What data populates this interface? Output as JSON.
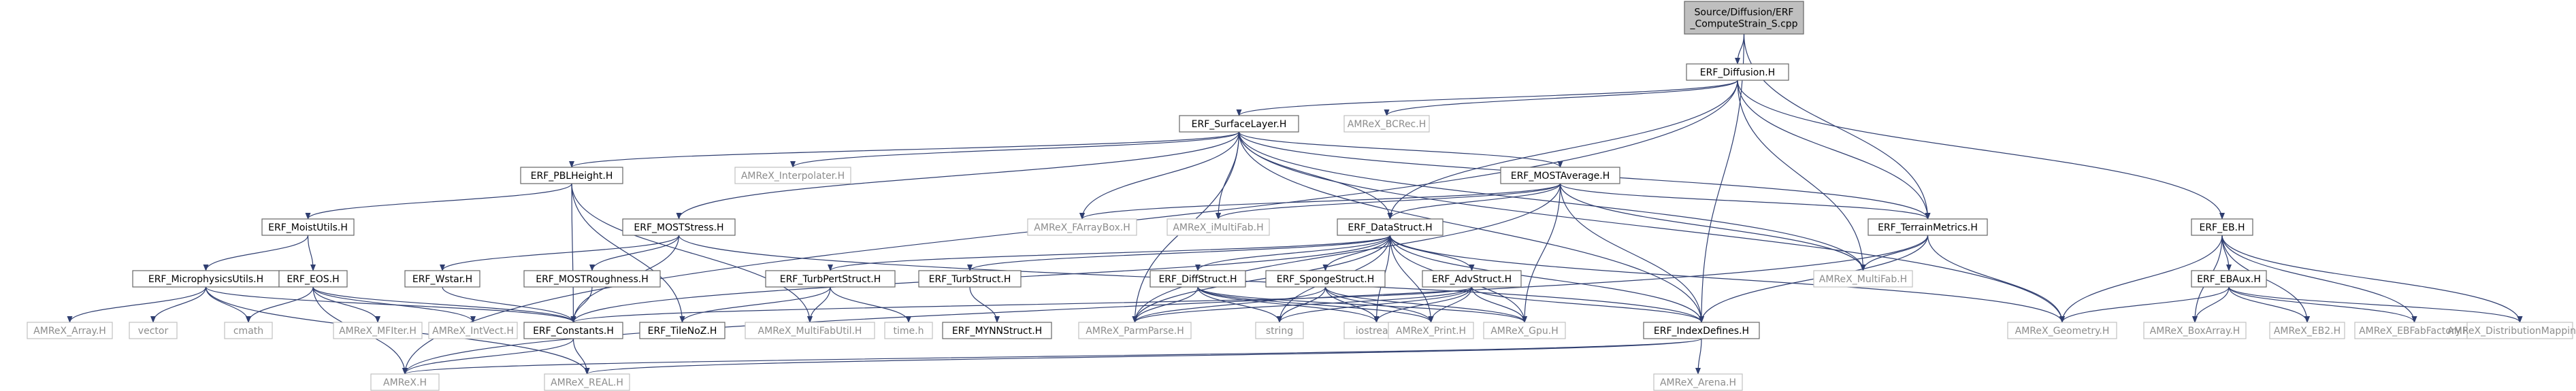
{
  "colors": {
    "edge": "#2f3e70",
    "box_border": "#666666",
    "external_border": "#c0c0c0",
    "external_text": "#8c8c8c",
    "root_fill": "#bfbfbf"
  },
  "nodes": [
    {
      "id": "root",
      "lines": [
        "Source/Diffusion/ERF",
        "_ComputeStrain_S.cpp"
      ],
      "kind": "root"
    },
    {
      "id": "erf_diffusion",
      "lines": [
        "ERF_Diffusion.H"
      ],
      "kind": "local"
    },
    {
      "id": "erf_surfacelayer",
      "lines": [
        "ERF_SurfaceLayer.H"
      ],
      "kind": "local"
    },
    {
      "id": "amrex_bcrec",
      "lines": [
        "AMReX_BCRec.H"
      ],
      "kind": "external"
    },
    {
      "id": "erf_eb",
      "lines": [
        "ERF_EB.H"
      ],
      "kind": "local"
    },
    {
      "id": "erf_pblheight",
      "lines": [
        "ERF_PBLHeight.H"
      ],
      "kind": "local"
    },
    {
      "id": "amrex_interpolater",
      "lines": [
        "AMReX_Interpolater.H"
      ],
      "kind": "external"
    },
    {
      "id": "erf_mostaverage",
      "lines": [
        "ERF_MOSTAverage.H"
      ],
      "kind": "local"
    },
    {
      "id": "erf_moistutils",
      "lines": [
        "ERF_MoistUtils.H"
      ],
      "kind": "local"
    },
    {
      "id": "erf_moststress",
      "lines": [
        "ERF_MOSTStress.H"
      ],
      "kind": "local"
    },
    {
      "id": "amrex_farraybox",
      "lines": [
        "AMReX_FArrayBox.H"
      ],
      "kind": "external"
    },
    {
      "id": "amrex_imultifab",
      "lines": [
        "AMReX_iMultiFab.H"
      ],
      "kind": "external"
    },
    {
      "id": "erf_datastruct",
      "lines": [
        "ERF_DataStruct.H"
      ],
      "kind": "local"
    },
    {
      "id": "erf_terrainmetrics",
      "lines": [
        "ERF_TerrainMetrics.H"
      ],
      "kind": "local"
    },
    {
      "id": "erf_ebaux",
      "lines": [
        "ERF_EBAux.H"
      ],
      "kind": "local"
    },
    {
      "id": "erf_microphysicsutils",
      "lines": [
        "ERF_MicrophysicsUtils.H"
      ],
      "kind": "local"
    },
    {
      "id": "erf_eos",
      "lines": [
        "ERF_EOS.H"
      ],
      "kind": "local"
    },
    {
      "id": "erf_wstar",
      "lines": [
        "ERF_Wstar.H"
      ],
      "kind": "local"
    },
    {
      "id": "erf_mostroughness",
      "lines": [
        "ERF_MOSTRoughness.H"
      ],
      "kind": "local"
    },
    {
      "id": "erf_turbpertstruct",
      "lines": [
        "ERF_TurbPertStruct.H"
      ],
      "kind": "local"
    },
    {
      "id": "erf_turbstruct",
      "lines": [
        "ERF_TurbStruct.H"
      ],
      "kind": "local"
    },
    {
      "id": "erf_diffstruct",
      "lines": [
        "ERF_DiffStruct.H"
      ],
      "kind": "local"
    },
    {
      "id": "erf_spongestruct",
      "lines": [
        "ERF_SpongeStruct.H"
      ],
      "kind": "local"
    },
    {
      "id": "erf_advstruct",
      "lines": [
        "ERF_AdvStruct.H"
      ],
      "kind": "local"
    },
    {
      "id": "amrex_multifab",
      "lines": [
        "AMReX_MultiFab.H"
      ],
      "kind": "external"
    },
    {
      "id": "amrex_array",
      "lines": [
        "AMReX_Array.H"
      ],
      "kind": "external"
    },
    {
      "id": "vector",
      "lines": [
        "vector"
      ],
      "kind": "external"
    },
    {
      "id": "cmath",
      "lines": [
        "cmath"
      ],
      "kind": "external"
    },
    {
      "id": "amrex_mfiter",
      "lines": [
        "AMReX_MFIter.H"
      ],
      "kind": "external"
    },
    {
      "id": "amrex_intvect",
      "lines": [
        "AMReX_IntVect.H"
      ],
      "kind": "external"
    },
    {
      "id": "erf_constants",
      "lines": [
        "ERF_Constants.H"
      ],
      "kind": "local"
    },
    {
      "id": "erf_tilenoz",
      "lines": [
        "ERF_TileNoZ.H"
      ],
      "kind": "local"
    },
    {
      "id": "amrex_multifabutil",
      "lines": [
        "AMReX_MultiFabUtil.H"
      ],
      "kind": "external"
    },
    {
      "id": "time_h",
      "lines": [
        "time.h"
      ],
      "kind": "external"
    },
    {
      "id": "erf_mynnstruct",
      "lines": [
        "ERF_MYNNStruct.H"
      ],
      "kind": "local"
    },
    {
      "id": "amrex_parmparse",
      "lines": [
        "AMReX_ParmParse.H"
      ],
      "kind": "external"
    },
    {
      "id": "string",
      "lines": [
        "string"
      ],
      "kind": "external"
    },
    {
      "id": "iostream",
      "lines": [
        "iostream"
      ],
      "kind": "external"
    },
    {
      "id": "amrex_print",
      "lines": [
        "AMReX_Print.H"
      ],
      "kind": "external"
    },
    {
      "id": "amrex_gpu",
      "lines": [
        "AMReX_Gpu.H"
      ],
      "kind": "external"
    },
    {
      "id": "erf_indexdefines",
      "lines": [
        "ERF_IndexDefines.H"
      ],
      "kind": "local"
    },
    {
      "id": "amrex_geometry",
      "lines": [
        "AMReX_Geometry.H"
      ],
      "kind": "external"
    },
    {
      "id": "amrex_boxarray",
      "lines": [
        "AMReX_BoxArray.H"
      ],
      "kind": "external"
    },
    {
      "id": "amrex_eb2",
      "lines": [
        "AMReX_EB2.H"
      ],
      "kind": "external"
    },
    {
      "id": "amrex_ebfabfactory",
      "lines": [
        "AMReX_EBFabFactory.H"
      ],
      "kind": "external"
    },
    {
      "id": "amrex_distributionmapping",
      "lines": [
        "AMReX_DistributionMapping.H"
      ],
      "kind": "external"
    },
    {
      "id": "amrex_h",
      "lines": [
        "AMReX.H"
      ],
      "kind": "external"
    },
    {
      "id": "amrex_real",
      "lines": [
        "AMReX_REAL.H"
      ],
      "kind": "external"
    },
    {
      "id": "amrex_arena",
      "lines": [
        "AMReX_Arena.H"
      ],
      "kind": "external"
    }
  ],
  "edges": [
    [
      "root",
      "erf_diffusion"
    ],
    [
      "root",
      "erf_terrainmetrics"
    ],
    [
      "root",
      "erf_indexdefines"
    ],
    [
      "erf_diffusion",
      "erf_surfacelayer"
    ],
    [
      "erf_diffusion",
      "amrex_bcrec"
    ],
    [
      "erf_diffusion",
      "erf_eb"
    ],
    [
      "erf_diffusion",
      "erf_datastruct"
    ],
    [
      "erf_diffusion",
      "erf_terrainmetrics"
    ],
    [
      "erf_diffusion",
      "amrex_multifab"
    ],
    [
      "erf_diffusion",
      "amrex_h"
    ],
    [
      "erf_surfacelayer",
      "erf_pblheight"
    ],
    [
      "erf_surfacelayer",
      "amrex_interpolater"
    ],
    [
      "erf_surfacelayer",
      "erf_mostaverage"
    ],
    [
      "erf_surfacelayer",
      "erf_moststress"
    ],
    [
      "erf_surfacelayer",
      "amrex_farraybox"
    ],
    [
      "erf_surfacelayer",
      "amrex_imultifab"
    ],
    [
      "erf_surfacelayer",
      "erf_datastruct"
    ],
    [
      "erf_surfacelayer",
      "erf_terrainmetrics"
    ],
    [
      "erf_surfacelayer",
      "amrex_multifab"
    ],
    [
      "erf_surfacelayer",
      "amrex_geometry"
    ],
    [
      "erf_surfacelayer",
      "erf_indexdefines"
    ],
    [
      "erf_surfacelayer",
      "amrex_parmparse"
    ],
    [
      "erf_pblheight",
      "erf_moistutils"
    ],
    [
      "erf_pblheight",
      "erf_constants"
    ],
    [
      "erf_pblheight",
      "erf_tilenoz"
    ],
    [
      "erf_pblheight",
      "amrex_multifabutil"
    ],
    [
      "erf_mostaverage",
      "amrex_farraybox"
    ],
    [
      "erf_mostaverage",
      "amrex_imultifab"
    ],
    [
      "erf_mostaverage",
      "erf_datastruct"
    ],
    [
      "erf_mostaverage",
      "erf_terrainmetrics"
    ],
    [
      "erf_mostaverage",
      "amrex_multifab"
    ],
    [
      "erf_mostaverage",
      "erf_indexdefines"
    ],
    [
      "erf_mostaverage",
      "amrex_parmparse"
    ],
    [
      "erf_mostaverage",
      "amrex_gpu"
    ],
    [
      "erf_moistutils",
      "erf_microphysicsutils"
    ],
    [
      "erf_moistutils",
      "erf_eos"
    ],
    [
      "erf_moststress",
      "erf_wstar"
    ],
    [
      "erf_moststress",
      "erf_mostroughness"
    ],
    [
      "erf_moststress",
      "erf_constants"
    ],
    [
      "erf_moststress",
      "erf_indexdefines"
    ],
    [
      "erf_datastruct",
      "erf_turbpertstruct"
    ],
    [
      "erf_datastruct",
      "erf_turbstruct"
    ],
    [
      "erf_datastruct",
      "erf_diffstruct"
    ],
    [
      "erf_datastruct",
      "erf_spongestruct"
    ],
    [
      "erf_datastruct",
      "erf_advstruct"
    ],
    [
      "erf_datastruct",
      "amrex_parmparse"
    ],
    [
      "erf_datastruct",
      "string"
    ],
    [
      "erf_datastruct",
      "iostream"
    ],
    [
      "erf_datastruct",
      "amrex_print"
    ],
    [
      "erf_datastruct",
      "amrex_gpu"
    ],
    [
      "erf_datastruct",
      "erf_indexdefines"
    ],
    [
      "erf_datastruct",
      "erf_constants"
    ],
    [
      "erf_datastruct",
      "amrex_geometry"
    ],
    [
      "erf_terrainmetrics",
      "amrex_multifab"
    ],
    [
      "erf_terrainmetrics",
      "amrex_geometry"
    ],
    [
      "erf_terrainmetrics",
      "erf_indexdefines"
    ],
    [
      "erf_terrainmetrics",
      "amrex_h"
    ],
    [
      "erf_eb",
      "erf_ebaux"
    ],
    [
      "erf_eb",
      "amrex_geometry"
    ],
    [
      "erf_eb",
      "amrex_boxarray"
    ],
    [
      "erf_eb",
      "amrex_eb2"
    ],
    [
      "erf_eb",
      "amrex_ebfabfactory"
    ],
    [
      "erf_eb",
      "amrex_distributionmapping"
    ],
    [
      "erf_ebaux",
      "amrex_geometry"
    ],
    [
      "erf_ebaux",
      "amrex_boxarray"
    ],
    [
      "erf_ebaux",
      "amrex_eb2"
    ],
    [
      "erf_ebaux",
      "amrex_ebfabfactory"
    ],
    [
      "erf_ebaux",
      "amrex_distributionmapping"
    ],
    [
      "erf_microphysicsutils",
      "amrex_array"
    ],
    [
      "erf_microphysicsutils",
      "vector"
    ],
    [
      "erf_microphysicsutils",
      "cmath"
    ],
    [
      "erf_microphysicsutils",
      "erf_constants"
    ],
    [
      "erf_microphysicsutils",
      "amrex_real"
    ],
    [
      "erf_eos",
      "cmath"
    ],
    [
      "erf_eos",
      "amrex_mfiter"
    ],
    [
      "erf_eos",
      "amrex_intvect"
    ],
    [
      "erf_eos",
      "erf_constants"
    ],
    [
      "erf_eos",
      "amrex_h"
    ],
    [
      "erf_wstar",
      "erf_constants"
    ],
    [
      "erf_mostroughness",
      "erf_constants"
    ],
    [
      "erf_turbpertstruct",
      "erf_tilenoz"
    ],
    [
      "erf_turbpertstruct",
      "amrex_multifabutil"
    ],
    [
      "erf_turbpertstruct",
      "time_h"
    ],
    [
      "erf_turbstruct",
      "erf_mynnstruct"
    ],
    [
      "erf_diffstruct",
      "amrex_parmparse"
    ],
    [
      "erf_diffstruct",
      "string"
    ],
    [
      "erf_diffstruct",
      "iostream"
    ],
    [
      "erf_diffstruct",
      "amrex_print"
    ],
    [
      "erf_diffstruct",
      "amrex_gpu"
    ],
    [
      "erf_spongestruct",
      "amrex_parmparse"
    ],
    [
      "erf_spongestruct",
      "string"
    ],
    [
      "erf_spongestruct",
      "iostream"
    ],
    [
      "erf_spongestruct",
      "amrex_print"
    ],
    [
      "erf_spongestruct",
      "amrex_gpu"
    ],
    [
      "erf_advstruct",
      "amrex_parmparse"
    ],
    [
      "erf_advstruct",
      "string"
    ],
    [
      "erf_advstruct",
      "iostream"
    ],
    [
      "erf_advstruct",
      "amrex_print"
    ],
    [
      "erf_advstruct",
      "amrex_gpu"
    ],
    [
      "erf_advstruct",
      "erf_indexdefines"
    ],
    [
      "erf_advstruct",
      "erf_constants"
    ],
    [
      "erf_constants",
      "amrex_h"
    ],
    [
      "erf_constants",
      "amrex_real"
    ],
    [
      "erf_indexdefines",
      "amrex_h"
    ],
    [
      "erf_indexdefines",
      "amrex_real"
    ],
    [
      "erf_indexdefines",
      "amrex_arena"
    ]
  ]
}
